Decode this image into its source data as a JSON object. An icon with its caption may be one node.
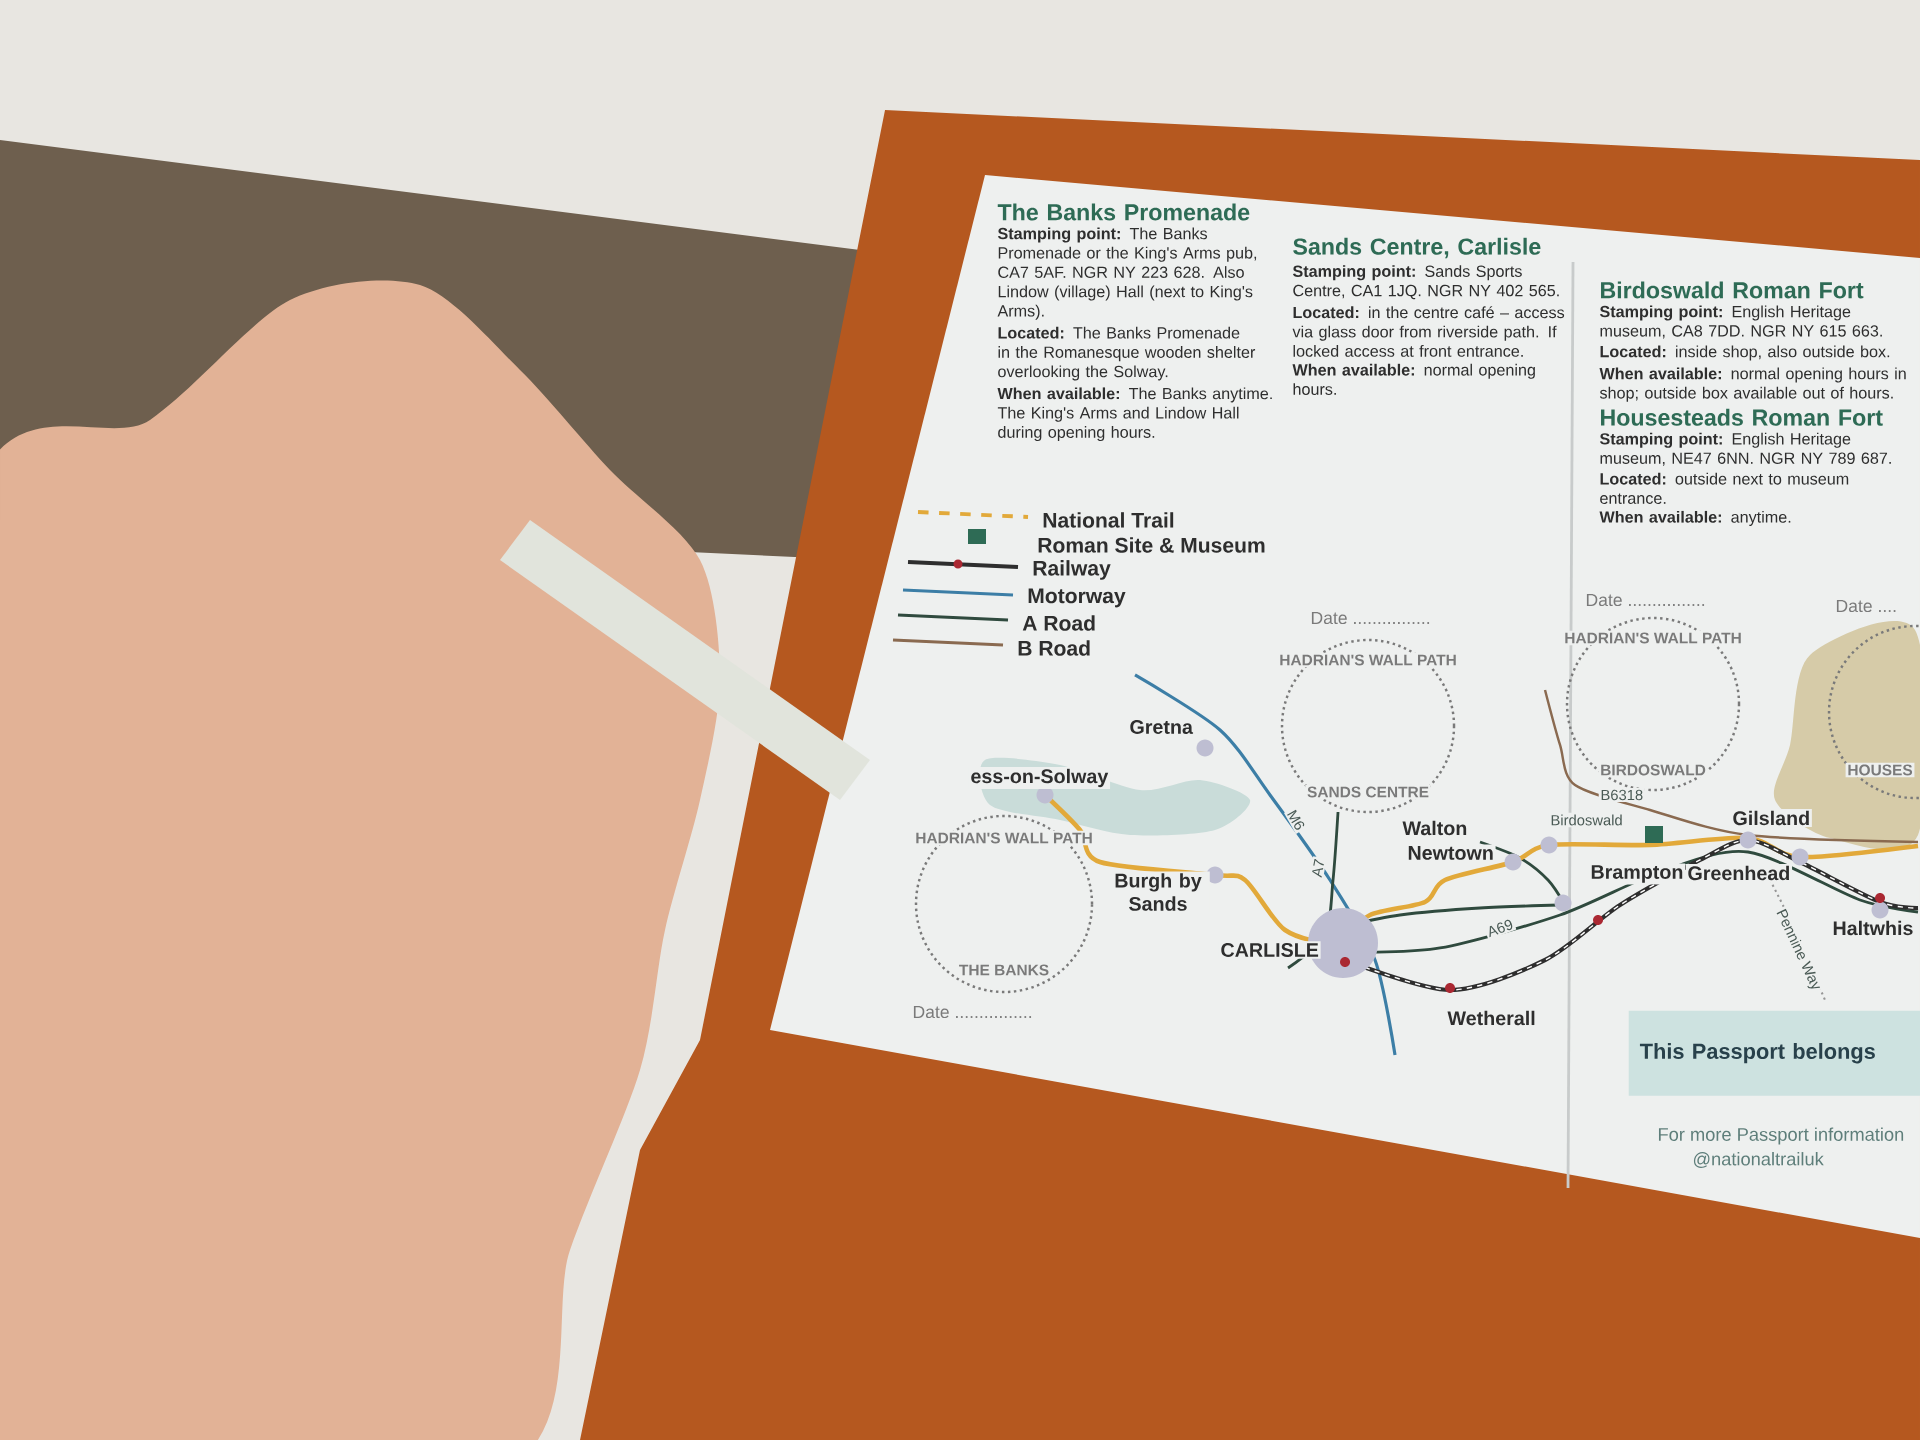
{
  "diagram": {
    "nodes": [
      {
        "text": [
          "This Passport belongs"
        ]
      }
    ],
    "labels": [
      "The Banks Promenade",
      "**Stamping point:** The Banks Promenade or the King's Arms pub, CA7 5AF. NGR NY 223 628. Also Lindow (village) Hall (next to King's Arms).",
      "**Located:** The Banks Promenade in the Romanesque wooden shelter overlooking the Solway.",
      "**When available:** The Banks anytime. The King's Arms and Lindow Hall during opening hours.",
      "Sands Centre, Carlisle",
      "**Stamping point:** Sands Sports Centre, CA1 1JQ. NGR NY 402 565.",
      "**Located:** in the centre café – access via glass door from riverside path. If locked access at front entrance.",
      "**When available:** normal opening hours.",
      "Birdoswald Roman Fort",
      "**Stamping point:** English Heritage museum, CA8 7DD. NGR NY 615 663.",
      "**Located:** inside shop, also outside box.",
      "**When available:** normal opening hours in shop; outside box available out of hours.",
      "Housesteads Roman Fort",
      "**Stamping point:** English Heritage museum, NE47 6NN. NGR NY 789 687.",
      "**Located:** outside next to museum entrance.",
      "**When available:** anytime.",
      "Date ................",
      "Date ................",
      "Date ....",
      "Date ................",
      "HADRIAN'S WALL PATH",
      "SANDS CENTRE",
      "HADRIAN'S WALL PATH",
      "BIRDOSWALD",
      "HOUSES",
      "HADRIAN'S WALL PATH",
      "THE BANKS",
      "Gretna",
      "ess-on-Solway",
      "Walton",
      "Birdoswald",
      "Gilsland",
      "B6318",
      "Newtown",
      "M6",
      "Burgh by Sands",
      "A7",
      "Brampton",
      "Greenhead",
      "A69",
      "CARLISLE",
      "Haltwhis",
      "Pennine Way",
      "Wetherall",
      "For more Passport information",
      "@nationaltrailuk"
    ],
    "legend": [
      {
        "text": "National Trail"
      },
      {
        "text": "Roman Site & Museum"
      },
      {
        "text": "Railway"
      },
      {
        "text": "Motorway"
      },
      {
        "text": "A Road"
      },
      {
        "text": "B Road"
      }
    ]
  }
}
